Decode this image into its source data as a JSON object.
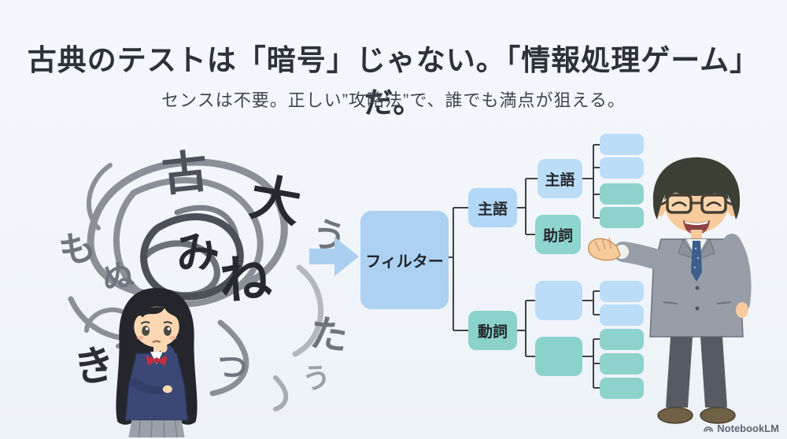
{
  "header": {
    "title": "古典のテストは「暗号」じゃない。「情報処理ゲーム」だ。",
    "subtitle": "センスは不要。正しい”攻略法”で、誰でも満点が狙える。"
  },
  "diagram": {
    "filter_label": "フィルター",
    "nodes": {
      "level2_top": "主語",
      "level3_top_child1": "主語",
      "level3_top_child2": "助詞",
      "level2_bottom": "動詞"
    },
    "unlabeled_level3_boxes": [
      "blue",
      "teal"
    ],
    "leaves_top_group": [
      "blue",
      "blue",
      "teal",
      "teal"
    ],
    "leaves_middle_group": [
      "blue",
      "blue"
    ],
    "leaves_bottom_group": [
      "teal",
      "teal",
      "teal"
    ],
    "colors": {
      "light_blue_box": "#acd1f3",
      "lighter_blue_leaf": "#bbddf8",
      "teal_box": "#8bd2cb",
      "connector_line": "#3f4348",
      "arrow_blue": "#abcff1",
      "background": "#f2f6fa"
    }
  },
  "scribble": {
    "chars": [
      "古",
      "大",
      "う",
      "み",
      "ね",
      "も",
      "ぬ",
      "き",
      "し",
      "た",
      "つ",
      "う"
    ]
  },
  "watermark": {
    "label": "NotebookLM"
  }
}
